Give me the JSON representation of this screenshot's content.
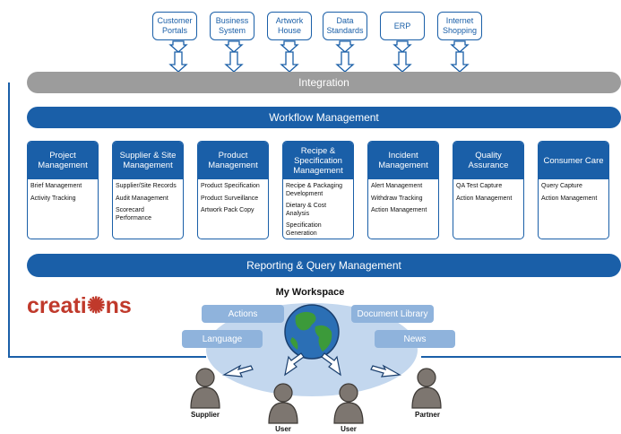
{
  "sources": [
    {
      "name": "Customer Portals"
    },
    {
      "name": "Business System"
    },
    {
      "name": "Artwork House"
    },
    {
      "name": "Data Standards"
    },
    {
      "name": "ERP"
    },
    {
      "name": "Internet Shopping"
    }
  ],
  "integration_label": "Integration",
  "workflow_label": "Workflow Management",
  "modules": [
    {
      "title": "Project Management",
      "items": [
        "Brief Management",
        "Activity Tracking"
      ]
    },
    {
      "title": "Supplier & Site Management",
      "items": [
        "Supplier/Site Records",
        "Audit Management",
        "Scorecard Performance"
      ]
    },
    {
      "title": "Product Management",
      "items": [
        "Product Specification",
        "Product Surveillance",
        "Artwork Pack Copy"
      ]
    },
    {
      "title": "Recipe & Specification Management",
      "items": [
        "Recipe & Packaging Development",
        "Dietary & Cost Analysis",
        "Specification Generation"
      ]
    },
    {
      "title": "Incident Management",
      "items": [
        "Alert Management",
        "Withdraw Tracking",
        "Action Management"
      ]
    },
    {
      "title": "Quality Assurance",
      "items": [
        "QA Test Capture",
        "Action Management"
      ]
    },
    {
      "title": "Consumer Care",
      "items": [
        "Query Capture",
        "Action Management"
      ]
    }
  ],
  "reporting_label": "Reporting & Query Management",
  "logo_text": "creati✺ns",
  "workspace": {
    "title": "My Workspace",
    "features": {
      "actions": "Actions",
      "language": "Language",
      "document_library": "Document Library",
      "news": "News"
    }
  },
  "people": {
    "supplier": "Supplier",
    "user_left": "User",
    "user_right": "User",
    "partner": "Partner"
  },
  "colors": {
    "primary_blue": "#1a5fa8",
    "integration_gray": "#9c9c9c",
    "workspace_light_blue": "#8fb3dc",
    "logo_red": "#c0392b"
  }
}
